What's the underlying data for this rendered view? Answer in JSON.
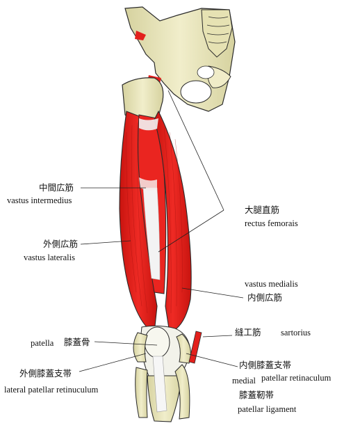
{
  "labels": {
    "vastus_intermedius_jp": "中間広筋",
    "vastus_intermedius_en": "vastus intermedius",
    "vastus_lateralis_jp": "外側広筋",
    "vastus_lateralis_en": "vastus lateralis",
    "rectus_femoris_jp": "大腿直筋",
    "rectus_femoris_en": "rectus femorais",
    "vastus_medialis_en": "vastus medialis",
    "vastus_medialis_jp": "内側広筋",
    "sartorius_jp": "縫工筋",
    "sartorius_en": "sartorius",
    "patella_en": "patella",
    "patella_jp": "膝蓋骨",
    "lateral_retinaculum_jp": "外側膝蓋支帯",
    "lateral_retinaculum_en": "lateral patellar retinuculum",
    "medial_retinaculum_jp": "内側膝蓋支帯",
    "medial_retinaculum_en_a": "medial",
    "medial_retinaculum_en_b": "patellar retinaculum",
    "patellar_ligament_jp": "膝蓋靭帯",
    "patellar_ligament_en": "patellar ligament"
  },
  "colors": {
    "muscle": "#e3201c",
    "muscle_dark": "#b5120f",
    "bone": "#ece9c2",
    "bone_shade": "#cfcb98",
    "outline": "#2a2a2a",
    "tendon": "#f4f4f4"
  }
}
